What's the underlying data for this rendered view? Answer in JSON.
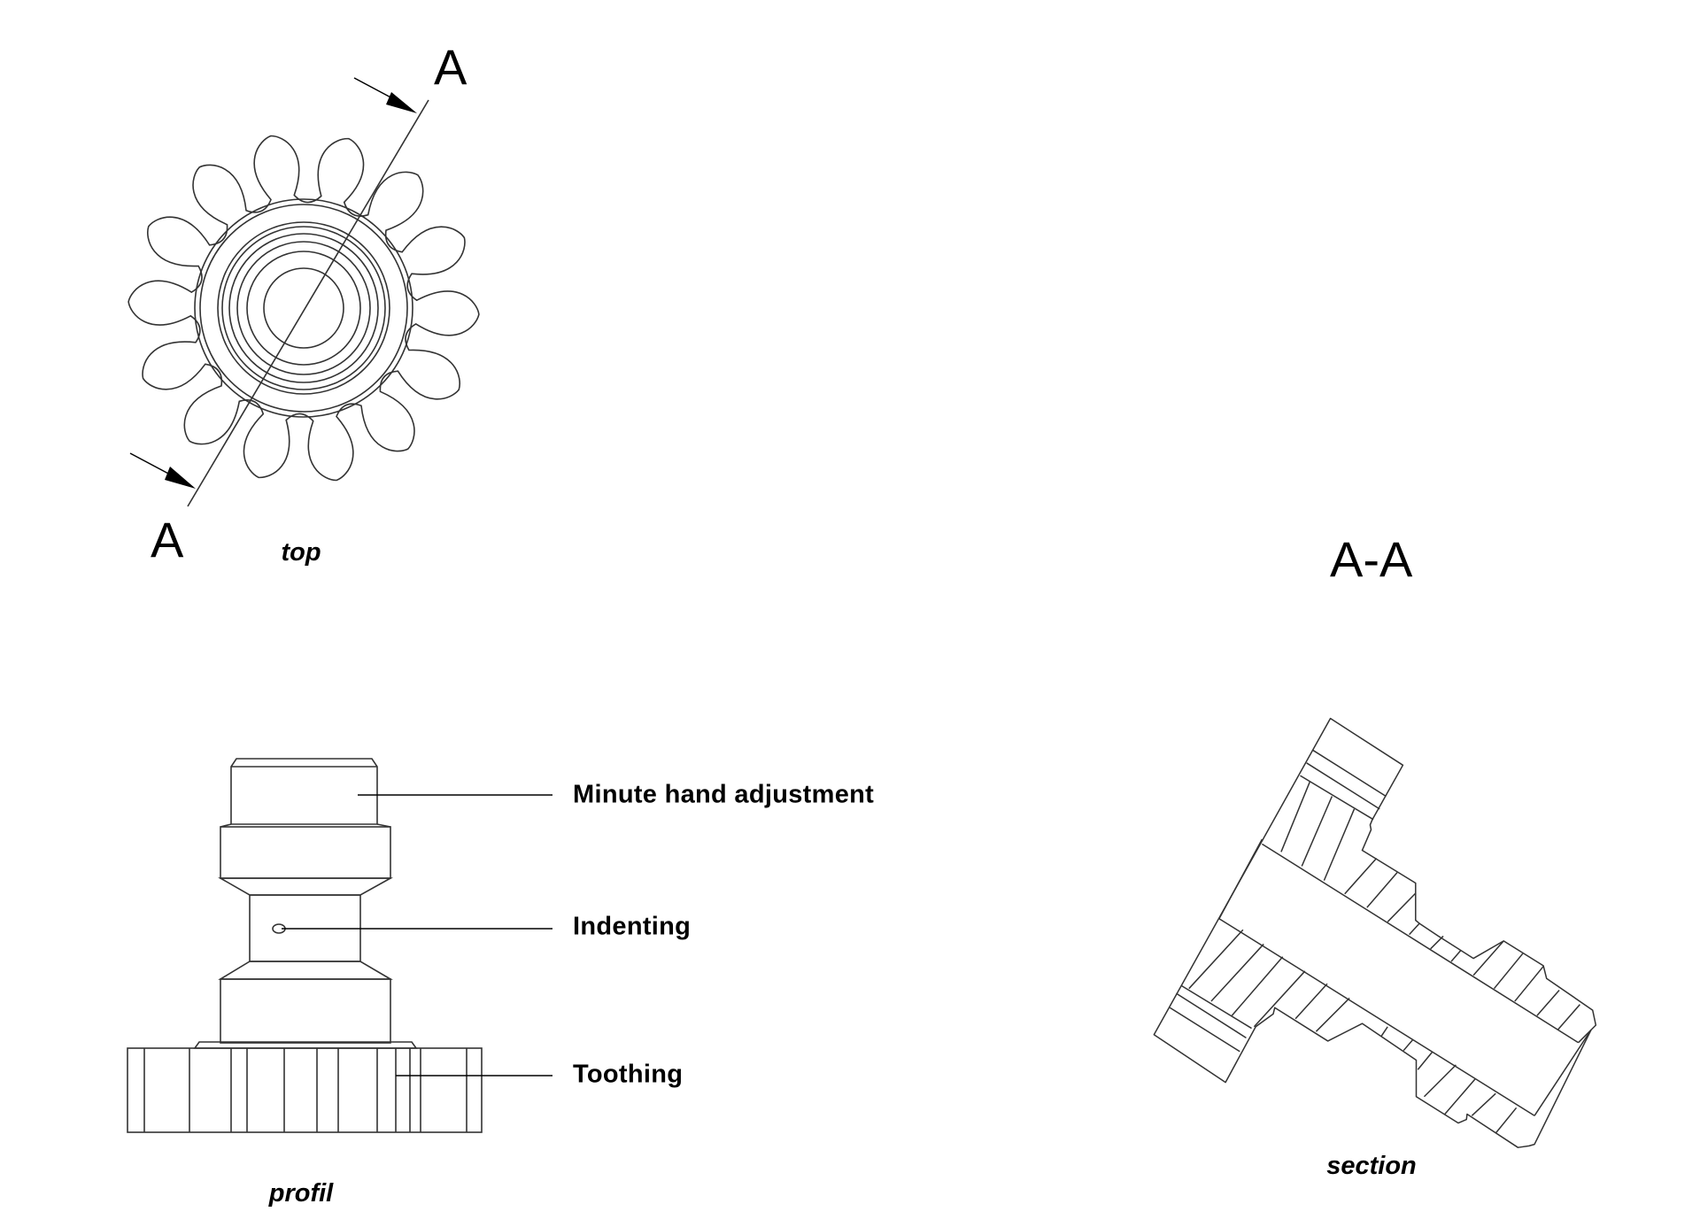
{
  "top_view": {
    "section_mark_top": "A",
    "section_mark_bottom": "A",
    "caption": "top"
  },
  "section_view": {
    "title": "A-A",
    "caption": "section"
  },
  "profile_view": {
    "caption": "profil",
    "callouts": [
      {
        "label": "Minute hand adjustment"
      },
      {
        "label": "Indenting"
      },
      {
        "label": "Toothing"
      }
    ]
  },
  "colors": {
    "line": "#333333",
    "text": "#000000",
    "background": "#ffffff"
  }
}
